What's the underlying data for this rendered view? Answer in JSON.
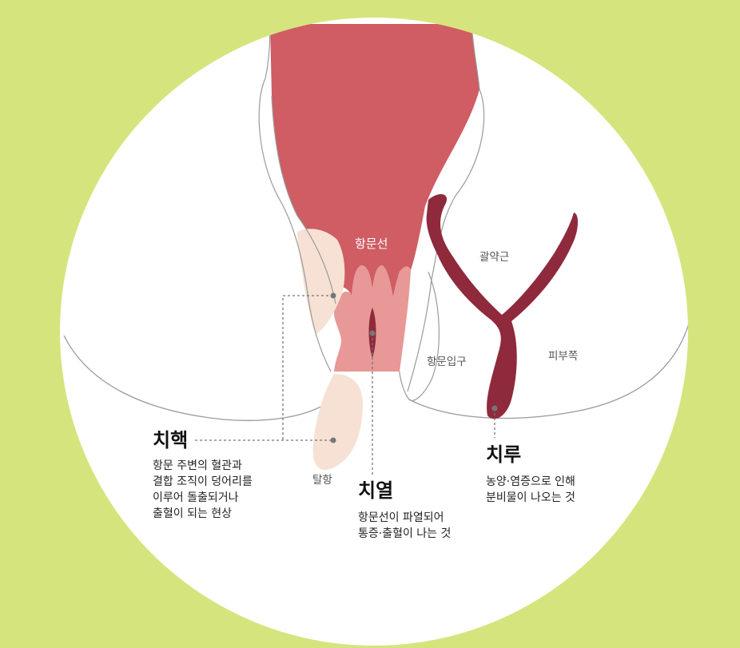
{
  "colors": {
    "background": "#d6e47e",
    "circle": "#ffffff",
    "rectum": "#cf5d63",
    "anal_canal": "#e79897",
    "hemorrhoid": "#f7e1d4",
    "fistula": "#8e2a3c",
    "outline": "#9a9a9a",
    "leader_line": "#777777"
  },
  "labels": {
    "anal_gland": "항문선",
    "sphincter": "괄약근",
    "anal_opening": "항문입구",
    "skin_side": "피부쪽",
    "prolapse": "탈항"
  },
  "conditions": [
    {
      "id": "hemorrhoid",
      "title": "치핵",
      "lines": [
        "항문 주변의 혈관과",
        "결합 조직이 덩어리를",
        "이루어 돌출되거나",
        "출혈이 되는 현상"
      ]
    },
    {
      "id": "fissure",
      "title": "치열",
      "lines": [
        "항문선이 파열되어",
        "통증·출혈이 나는 것"
      ]
    },
    {
      "id": "fistula",
      "title": "치루",
      "lines": [
        "농양·염증으로 인해",
        "분비물이 나오는 것"
      ]
    }
  ]
}
